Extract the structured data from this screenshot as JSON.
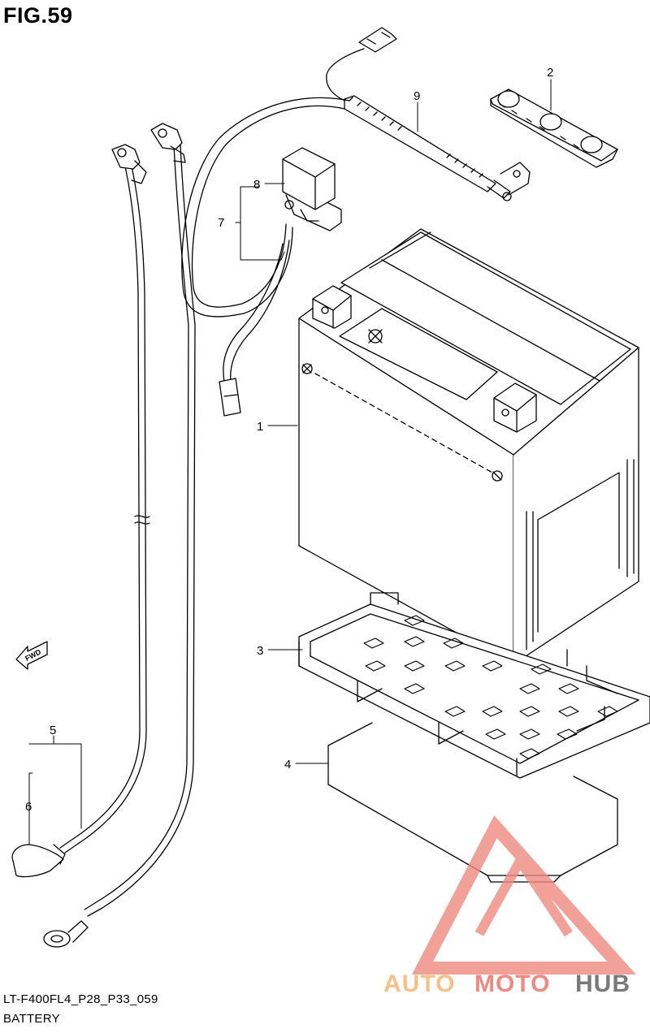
{
  "figure": {
    "title": "FIG.59"
  },
  "callouts": [
    "1",
    "2",
    "3",
    "4",
    "5",
    "6",
    "7",
    "8",
    "9"
  ],
  "direction_arrow": {
    "label": "FWD"
  },
  "footer": {
    "model_code": "LT-F400FL4_P28_P33_059",
    "section": "BATTERY"
  },
  "watermark": {
    "part1": "AUTO",
    "part2": "MOTO",
    "part3": "HUB",
    "color_light": "#f7c08a",
    "color_mid": "#f08a80",
    "color_dark": "#7a7a7a"
  }
}
